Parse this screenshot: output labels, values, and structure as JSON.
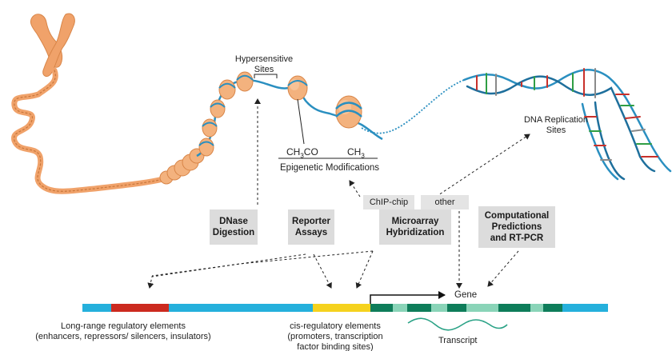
{
  "labels": {
    "hypersensitive_1": "Hypersensitive",
    "hypersensitive_2": "Sites",
    "ch3co_base": "CH",
    "ch3co_sub": "3",
    "ch3co_tail": "CO",
    "ch3_base": "CH",
    "ch3_sub": "3",
    "epigenetic": "Epigenetic Modifications",
    "dna_replication_1": "DNA Replication",
    "dna_replication_2": "Sites",
    "gene": "Gene",
    "transcript": "Transcript",
    "long_range_1": "Long-range regulatory elements",
    "long_range_2": "(enhancers, repressors/ silencers, insulators)",
    "cis_1": "cis-regulatory elements",
    "cis_2": "(promoters, transcription",
    "cis_3": "factor binding sites)"
  },
  "methods": {
    "dnase_1": "DNase",
    "dnase_2": "Digestion",
    "reporter_1": "Reporter",
    "reporter_2": "Assays",
    "microarray_1": "Microarray",
    "microarray_2": "Hybridization",
    "computational_1": "Computational",
    "computational_2": "Predictions",
    "computational_3": "and RT-PCR",
    "chip": "ChIP-chip",
    "other": "other"
  },
  "colors": {
    "chromatin": "#f0a26a",
    "linker_dna": "#2a8fc0",
    "nucleosome": "#f3b27e",
    "bar_blue": "#25b0dc",
    "bar_red": "#cc2a1f",
    "bar_yellow": "#f5d21e",
    "exon_dark": "#0e7d5a",
    "exon_light": "#8ad4b8",
    "method_box": "#dcdcdc"
  }
}
